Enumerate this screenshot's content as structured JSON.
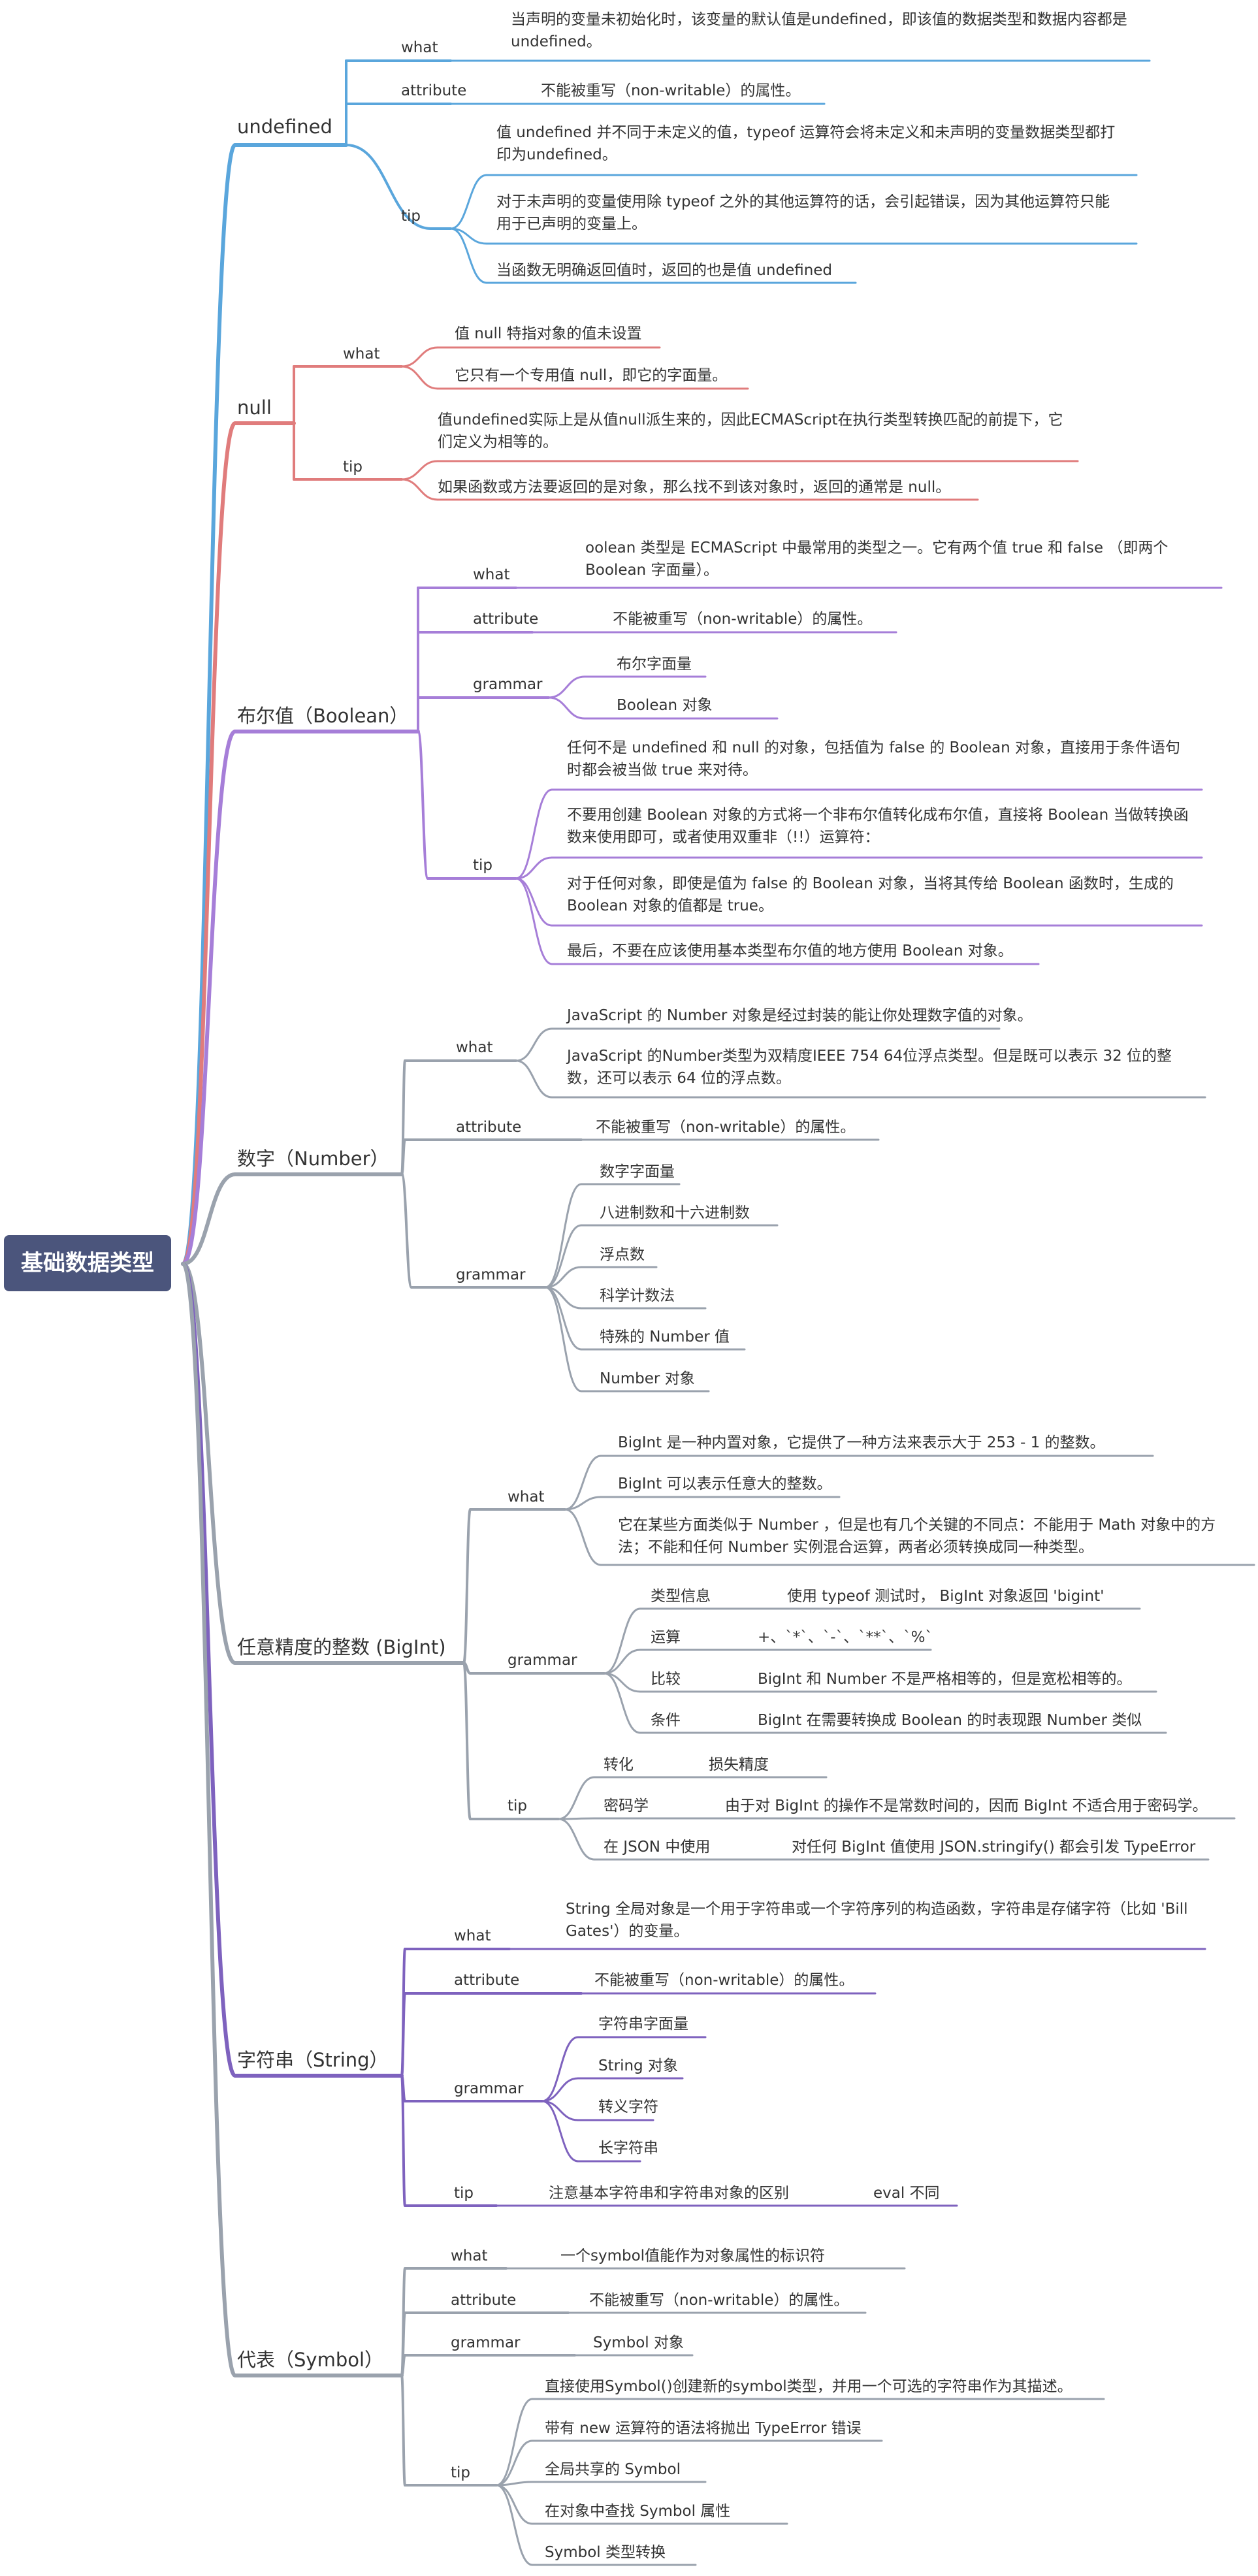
{
  "root": "基础数据类型",
  "colors": {
    "root_bg": "#4b557c",
    "undefined": "#5aa6dc",
    "null": "#e07c7c",
    "boolean": "#a67ed8",
    "number": "#9aa2ad",
    "bigint": "#9aa2ad",
    "string": "#7e62be",
    "symbol": "#9aa2ad"
  },
  "b_undefined": "undefined",
  "b_null": "null",
  "b_boolean": "布尔值（Boolean）",
  "b_number": "数字（Number）",
  "b_bigint": "任意精度的整数 (BigInt)",
  "b_string": "字符串（String）",
  "b_symbol": "代表（Symbol）",
  "s_what": "what",
  "s_attribute": "attribute",
  "s_grammar": "grammar",
  "s_tip": "tip",
  "u_what": "当声明的变量未初始化时，该变量的默认值是undefined，即该值的数据类型和数据内容都是undefined。",
  "u_attr": "不能被重写（non-writable）的属性。",
  "u_tip1": "值 undefined 并不同于未定义的值，typeof 运算符会将未定义和未声明的变量数据类型都打印为undefined。",
  "u_tip2": "对于未声明的变量使用除 typeof 之外的其他运算符的话，会引起错误，因为其他运算符只能用于已声明的变量上。",
  "u_tip3": "当函数无明确返回值时，返回的也是值 undefined",
  "n_what1": "值 null 特指对象的值未设置",
  "n_what2": "它只有一个专用值 null，即它的字面量。",
  "n_tip1": "值undefined实际上是从值null派生来的，因此ECMAScript在执行类型转换匹配的前提下，它们定义为相等的。",
  "n_tip2": "如果函数或方法要返回的是对象，那么找不到该对象时，返回的通常是 null。",
  "bo_what": "oolean 类型是 ECMAScript 中最常用的类型之一。它有两个值 true 和 false （即两个 Boolean 字面量）。",
  "bo_attr": "不能被重写（non-writable）的属性。",
  "bo_g1": "布尔字面量",
  "bo_g2": "Boolean 对象",
  "bo_tip1": "任何不是 undefined 和 null 的对象，包括值为 false 的 Boolean 对象，直接用于条件语句时都会被当做 true 来对待。",
  "bo_tip2": "不要用创建 Boolean 对象的方式将一个非布尔值转化成布尔值，直接将 Boolean 当做转换函数来使用即可，或者使用双重非（!!）运算符：",
  "bo_tip3": "对于任何对象，即使是值为 false 的 Boolean 对象，当将其传给 Boolean 函数时，生成的 Boolean 对象的值都是 true。",
  "bo_tip4": "最后，不要在应该使用基本类型布尔值的地方使用 Boolean 对象。",
  "nu_what1": "JavaScript 的 Number 对象是经过封装的能让你处理数字值的对象。",
  "nu_what2": "JavaScript 的Number类型为双精度IEEE 754 64位浮点类型。但是既可以表示 32 位的整数，还可以表示 64 位的浮点数。",
  "nu_attr": "不能被重写（non-writable）的属性。",
  "nu_g1": "数字字面量",
  "nu_g2": "八进制数和十六进制数",
  "nu_g3": "浮点数",
  "nu_g4": "科学计数法",
  "nu_g5": "特殊的 Number 值",
  "nu_g6": "Number 对象",
  "bi_what1": "BigInt 是一种内置对象，它提供了一种方法来表示大于 253 - 1 的整数。",
  "bi_what2": "BigInt 可以表示任意大的整数。",
  "bi_what3": "它在某些方面类似于 Number ，但是也有几个关键的不同点：不能用于 Math 对象中的方法；不能和任何 Number 实例混合运算，两者必须转换成同一种类型。",
  "bi_g1": "类型信息",
  "bi_g1v": "使用 typeof 测试时， BigInt 对象返回 'bigint'",
  "bi_g2": "运算",
  "bi_g2v": "+、`*`、`-`、`**`、`%`",
  "bi_g3": "比较",
  "bi_g3v": "BigInt 和 Number 不是严格相等的，但是宽松相等的。",
  "bi_g4": "条件",
  "bi_g4v": "BigInt 在需要转换成 Boolean 的时表现跟 Number 类似",
  "bi_t1": "转化",
  "bi_t1v": "损失精度",
  "bi_t2": "密码学",
  "bi_t2v": "由于对 BigInt 的操作不是常数时间的，因而 BigInt 不适合用于密码学。",
  "bi_t3": "在 JSON 中使用",
  "bi_t3v": "对任何 BigInt 值使用 JSON.stringify() 都会引发 TypeError",
  "st_what": "String 全局对象是一个用于字符串或一个字符序列的构造函数，字符串是存储字符（比如 'Bill Gates'）的变量。",
  "st_attr": "不能被重写（non-writable）的属性。",
  "st_g1": "字符串字面量",
  "st_g2": "String 对象",
  "st_g3": "转义字符",
  "st_g4": "长字符串",
  "st_tip": "注意基本字符串和字符串对象的区别",
  "st_tipv": "eval 不同",
  "sy_what": "一个symbol值能作为对象属性的标识符",
  "sy_attr": "不能被重写（non-writable）的属性。",
  "sy_g": "Symbol 对象",
  "sy_t1": "直接使用Symbol()创建新的symbol类型，并用一个可选的字符串作为其描述。",
  "sy_t2": "带有 new 运算符的语法将抛出 TypeError 错误",
  "sy_t3": "全局共享的 Symbol",
  "sy_t4": "在对象中查找 Symbol 属性",
  "sy_t5": "Symbol 类型转换"
}
